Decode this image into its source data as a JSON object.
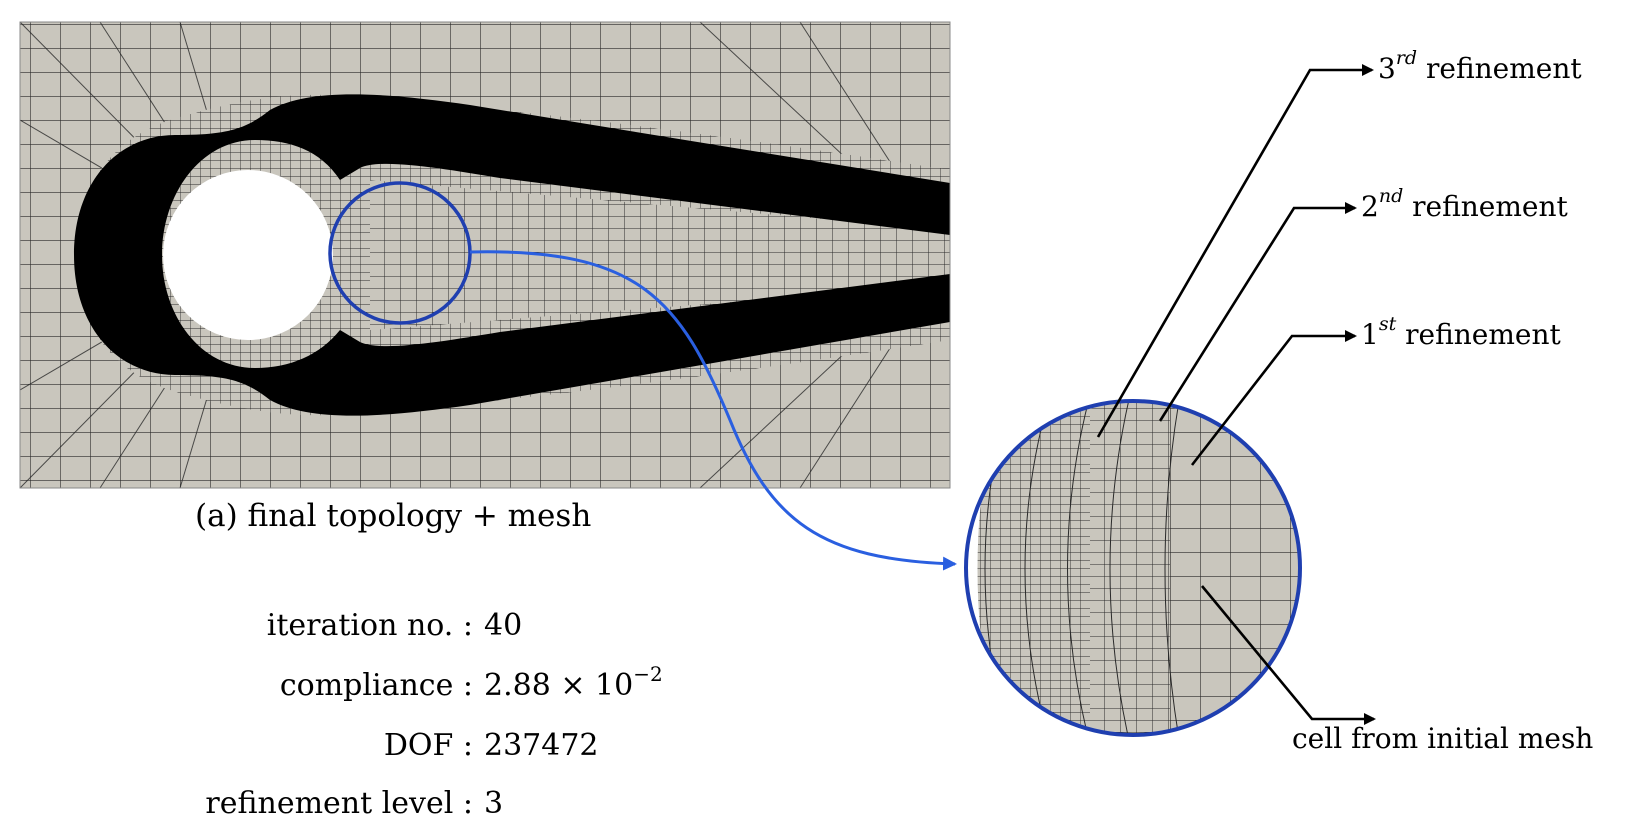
{
  "caption": "(a) final topology + mesh",
  "stats": [
    {
      "label": "iteration no.",
      "value": "40"
    },
    {
      "label": "compliance",
      "value": "2.88 × 10⁻²",
      "value_base": "2.88 × 10",
      "value_exp": "−2"
    },
    {
      "label": "DOF",
      "value": "237472"
    },
    {
      "label": "refinement level",
      "value": "3"
    }
  ],
  "annotations": {
    "third": {
      "num": "3",
      "sup": "rd",
      "text": "refinement"
    },
    "second": {
      "num": "2",
      "sup": "nd",
      "text": "refinement"
    },
    "first": {
      "num": "1",
      "sup": "st",
      "text": "refinement"
    },
    "initial": {
      "text": "cell from initial mesh"
    }
  },
  "colors": {
    "material": "#000000",
    "mesh_background": "#c9c6bd",
    "mesh_lines": "#2a2a2a",
    "zoom_circle": "#1f3fb0",
    "zoom_arrow": "#2a5fe0",
    "hole": "#ffffff"
  }
}
